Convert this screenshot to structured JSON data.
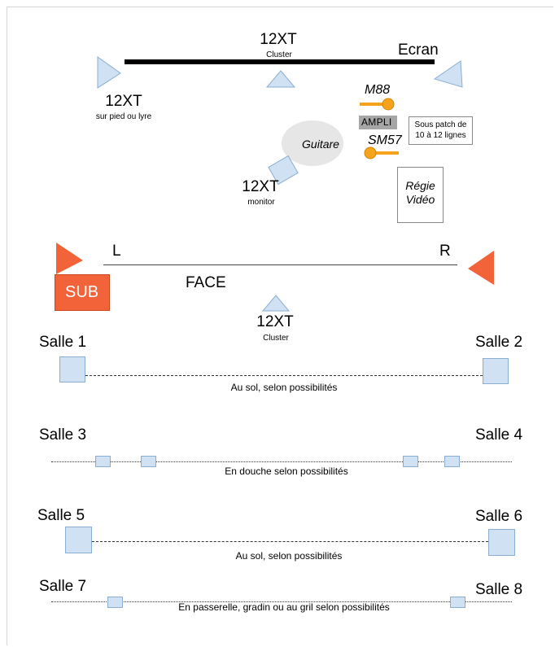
{
  "stage": {
    "top_cluster_label": "12XT",
    "top_cluster_sub": "Cluster",
    "ecran_label": "Ecran",
    "left_speaker_label": "12XT",
    "left_speaker_sub": "sur pied ou lyre",
    "mic1_label": "M88",
    "ampli_label": "AMPLI",
    "mic2_label": "SM57",
    "guitare_label": "Guitare",
    "monitor_label": "12XT",
    "monitor_sub": "monitor",
    "sous_patch_line1": "Sous patch de",
    "sous_patch_line2": "10 à 12 lignes",
    "regie_line1": "Régie",
    "regie_line2": "Vidéo"
  },
  "face": {
    "left_label": "L",
    "right_label": "R",
    "face_label": "FACE",
    "sub_label": "SUB",
    "cluster_label": "12XT",
    "cluster_sub": "Cluster"
  },
  "rooms": {
    "salle1": "Salle 1",
    "salle2": "Salle 2",
    "row1_caption": "Au sol, selon possibilités",
    "salle3": "Salle 3",
    "salle4": "Salle 4",
    "row2_caption": "En douche selon possibilités",
    "salle5": "Salle 5",
    "salle6": "Salle 6",
    "row3_caption": "Au sol, selon possibilités",
    "salle7": "Salle 7",
    "salle8": "Salle 8",
    "row4_caption": "En passerelle, gradin ou au gril selon possibilités"
  },
  "colors": {
    "speaker_fill": "#cfe1f3",
    "speaker_stroke": "#8aaed0",
    "sub_fill": "#f2633a",
    "mic_orange": "#f5a21c",
    "ampli_gray": "#a6a6a6",
    "guitar_gray": "#e6e6e6"
  }
}
